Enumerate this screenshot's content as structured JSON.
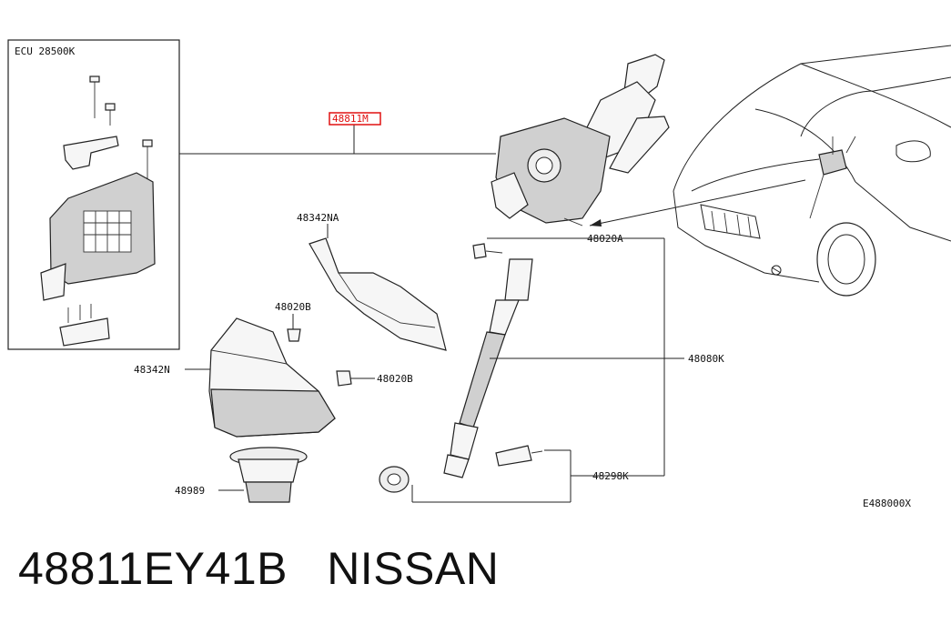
{
  "diagram": {
    "ecu_box_label": "ECU 28500K",
    "labels": {
      "column_assembly": "48811M",
      "cover_upper": "48342NA",
      "clip_upper": "48020B",
      "cover_lower": "48342N",
      "clip_lower": "48020B",
      "grommet": "48989",
      "bolt_column": "48020A",
      "shaft": "48080K",
      "joint_kit": "48298K",
      "figure_code": "E488000X"
    },
    "highlight_color": "#e01010"
  },
  "caption": {
    "part_number": "48811EY41B",
    "brand": "NISSAN"
  }
}
